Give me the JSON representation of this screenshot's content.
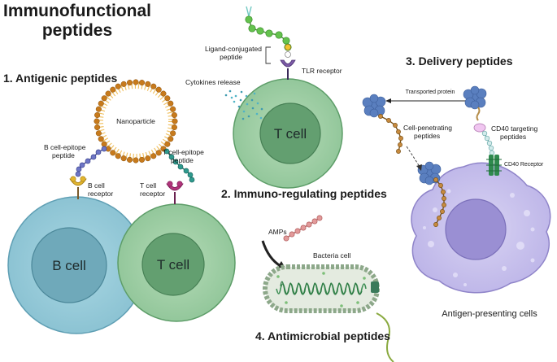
{
  "title_line1": "Immunofunctional",
  "title_line2": "peptides",
  "sections": {
    "antigenic": "1.  Antigenic peptides",
    "immuno": "2. Immuno-regulating peptides",
    "delivery": "3. Delivery peptides",
    "antimicrobial": "4. Antimicrobial peptides"
  },
  "labels": {
    "nanoparticle": "Nanoparticle",
    "b_epitope_1": "B cell-epitope",
    "b_epitope_2": "peptide",
    "t_epitope_1": "T cell-epitope",
    "t_epitope_2": "peptide",
    "b_receptor_1": "B cell",
    "b_receptor_2": "receptor",
    "t_receptor_1": "T cell",
    "t_receptor_2": "receptor",
    "b_cell": "B cell",
    "t_cell_bottom": "T cell",
    "ligand_1": "Ligand-conjugated",
    "ligand_2": "peptide",
    "tlr": "TLR receptor",
    "cytokines": "Cytokines release",
    "t_cell_top": "T cell",
    "transported": "Transported protein",
    "cpp_1": "Cell-penetrating",
    "cpp_2": "peptides",
    "cd40_1": "CD40 targeting",
    "cd40_2": "peptides",
    "cd40_receptor": "CD40 Receptor",
    "apc": "Antigen-presenting cells",
    "amps": "AMPs",
    "bacteria": "Bacteria cell"
  },
  "colors": {
    "b_cell": "#9ecfdc",
    "b_nucleus": "#6aa7b8",
    "t_cell": "#a5d2a9",
    "t_nucleus": "#5e9e6c",
    "apc": "#c8c2ec",
    "apc_nucleus": "#a49ad8",
    "nanoparticle": "#c77a1c",
    "protein": "#5a7fbf"
  }
}
